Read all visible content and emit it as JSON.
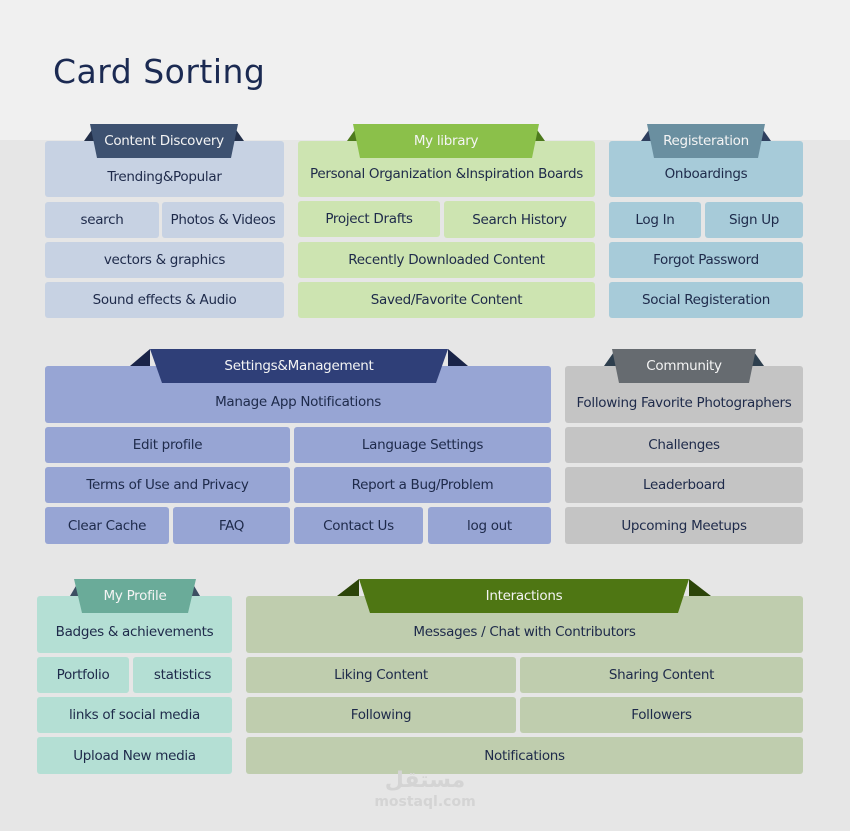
{
  "title": "Card Sorting",
  "watermark": {
    "arabic": "مستقل",
    "latin": "mostaql.com"
  },
  "groups": {
    "content_discovery": {
      "label": "Content Discovery",
      "colors": {
        "tab": "#3d5170",
        "tab_dark": "#23304a",
        "card": "#c7d2e3"
      },
      "cards": [
        "Trending&Popular",
        "search",
        "Photos & Videos",
        "vectors & graphics",
        "Sound effects & Audio"
      ]
    },
    "my_library": {
      "label": "My library",
      "colors": {
        "tab": "#8bc04a",
        "tab_dark": "#4d7a1c",
        "card": "#cde4b1"
      },
      "cards": [
        "Personal Organization &Inspiration Boards",
        "Project Drafts",
        "Search History",
        "Recently Downloaded Content",
        "Saved/Favorite Content"
      ]
    },
    "registration": {
      "label": "Registeration",
      "colors": {
        "tab": "#6a8fa0",
        "tab_dark": "#2e3f5e",
        "card": "#a7cbd9"
      },
      "cards": [
        "Onboardings",
        "Log In",
        "Sign Up",
        "Forgot Password",
        "Social Registeration"
      ]
    },
    "settings": {
      "label": "Settings&Management",
      "colors": {
        "tab": "#2f3f78",
        "tab_dark": "#1a2448",
        "card": "#97a5d4"
      },
      "cards": [
        "Manage App Notifications",
        "Edit profile",
        "Language Settings",
        "Terms of Use and Privacy",
        "Report a Bug/Problem",
        "Clear Cache",
        "FAQ",
        "Contact Us",
        "log out"
      ]
    },
    "community": {
      "label": "Community",
      "colors": {
        "tab": "#666b70",
        "tab_dark": "#2e3f4e",
        "card": "#c4c4c4"
      },
      "cards": [
        "Following Favorite Photographers",
        "Challenges",
        "Leaderboard",
        "Upcoming Meetups"
      ]
    },
    "my_profile": {
      "label": "My Profile",
      "colors": {
        "tab": "#6aab99",
        "tab_dark": "#3c4f62",
        "card": "#b4dfd4"
      },
      "cards": [
        "Badges & achievements",
        "Portfolio",
        "statistics",
        "links of social media",
        "Upload New media"
      ]
    },
    "interactions": {
      "label": "Interactions",
      "colors": {
        "tab": "#4e7613",
        "tab_dark": "#2c4509",
        "card": "#bfcdae"
      },
      "cards": [
        "Messages / Chat with Contributors",
        "Liking Content",
        "Sharing Content",
        "Following",
        "Followers",
        "Notifications"
      ]
    }
  }
}
